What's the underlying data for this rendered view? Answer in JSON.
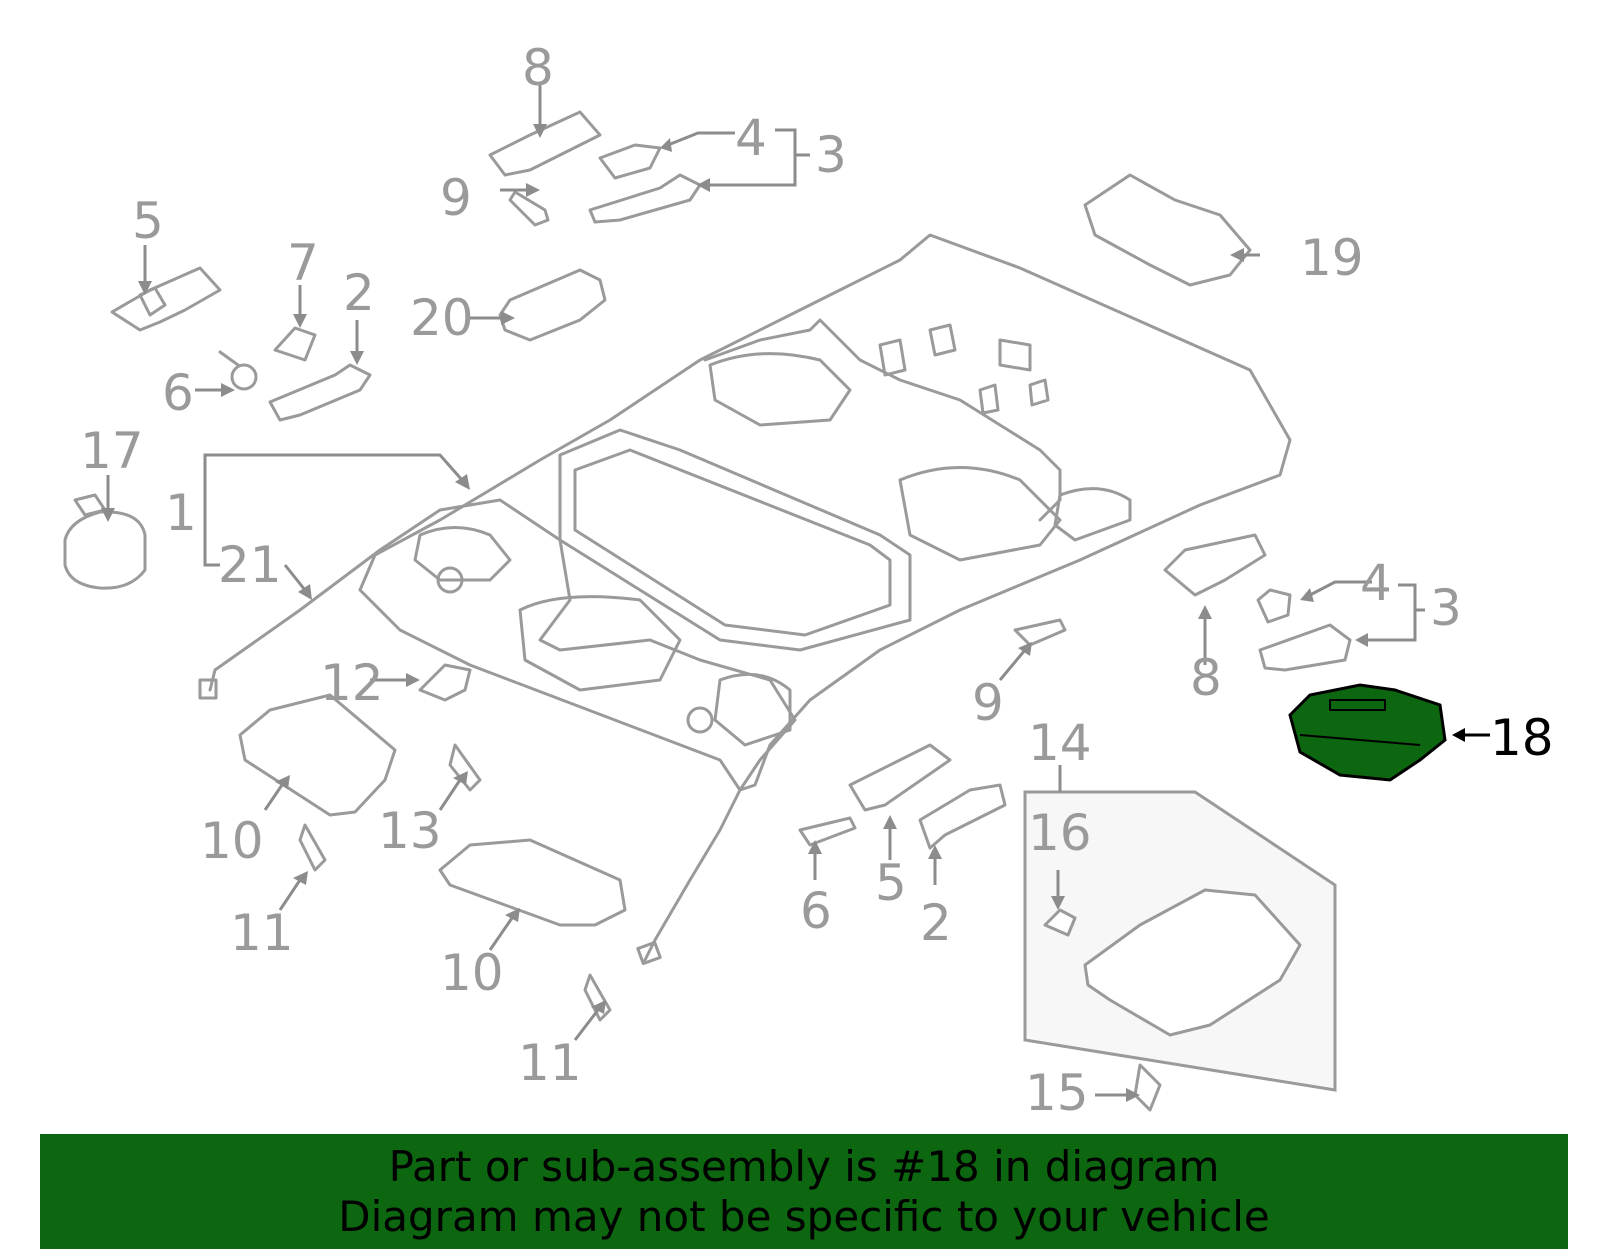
{
  "callouts": {
    "c1": "1",
    "c2a": "2",
    "c2b": "2",
    "c3a": "3",
    "c3b": "3",
    "c4a": "4",
    "c4b": "4",
    "c5a": "5",
    "c5b": "5",
    "c6a": "6",
    "c6b": "6",
    "c7": "7",
    "c8a": "8",
    "c8b": "8",
    "c9a": "9",
    "c9b": "9",
    "c10a": "10",
    "c10b": "10",
    "c11a": "11",
    "c11b": "11",
    "c12": "12",
    "c13": "13",
    "c14": "14",
    "c15": "15",
    "c16": "16",
    "c17": "17",
    "c18": "18",
    "c19": "19",
    "c20": "20",
    "c21": "21"
  },
  "highlight": {
    "part_number": "18",
    "color": "#0d6610"
  },
  "banner": {
    "line1": "Part or sub-assembly is #18 in diagram",
    "line2": "Diagram may not be specific to your vehicle",
    "background": "#0d6610"
  }
}
